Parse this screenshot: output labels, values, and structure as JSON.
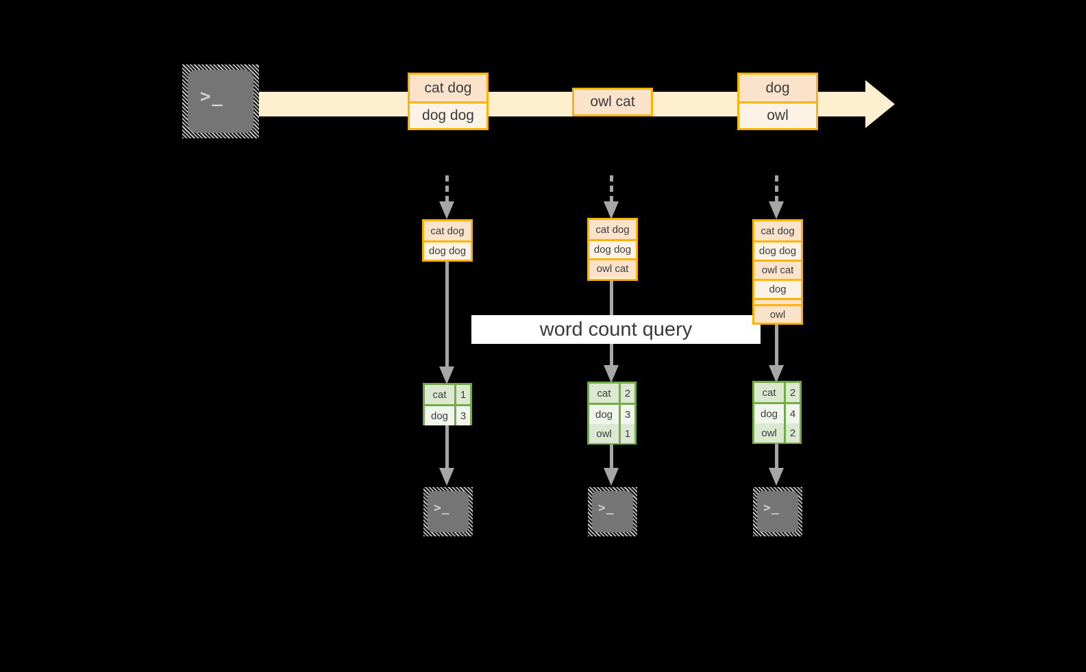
{
  "diagram": {
    "title_label": "word count query",
    "colors": {
      "background": "#000000",
      "stream_band": "#fdefcf",
      "record_border": "#ffb200",
      "record_fill_dark": "#fbe2ca",
      "record_fill_light": "#fdf2e6",
      "result_border": "#72ab48",
      "result_fill_dark": "#dde8d0",
      "result_fill_light": "#f1f6ec",
      "connector": "#a6a6a6",
      "terminal_fill": "#757575",
      "label_fill": "#ffffff",
      "text": "#3b3b3b"
    },
    "terminals": {
      "producer_glyph": ">_",
      "consumer_glyph": ">_"
    },
    "stream": {
      "records": [
        {
          "name": "stream-record-1",
          "lines": [
            "cat dog",
            "dog dog"
          ]
        },
        {
          "name": "stream-record-2",
          "lines": [
            "owl cat"
          ]
        },
        {
          "name": "stream-record-3",
          "lines": [
            "dog",
            "owl"
          ]
        }
      ]
    },
    "snapshots": [
      {
        "name": "snapshot-1",
        "lines": [
          "cat dog",
          "dog dog"
        ]
      },
      {
        "name": "snapshot-2",
        "lines": [
          "cat dog",
          "dog dog",
          "owl cat"
        ]
      },
      {
        "name": "snapshot-3",
        "lines": [
          "cat dog",
          "dog dog",
          "owl cat",
          "dog",
          "owl"
        ]
      }
    ],
    "results": [
      {
        "name": "result-1",
        "rows": [
          {
            "word": "cat",
            "count": "1"
          },
          {
            "word": "dog",
            "count": "3"
          }
        ]
      },
      {
        "name": "result-2",
        "rows": [
          {
            "word": "cat",
            "count": "2"
          },
          {
            "word": "dog",
            "count": "3"
          },
          {
            "word": "owl",
            "count": "1"
          }
        ]
      },
      {
        "name": "result-3",
        "rows": [
          {
            "word": "cat",
            "count": "2"
          },
          {
            "word": "dog",
            "count": "4"
          },
          {
            "word": "owl",
            "count": "2"
          }
        ]
      }
    ]
  }
}
